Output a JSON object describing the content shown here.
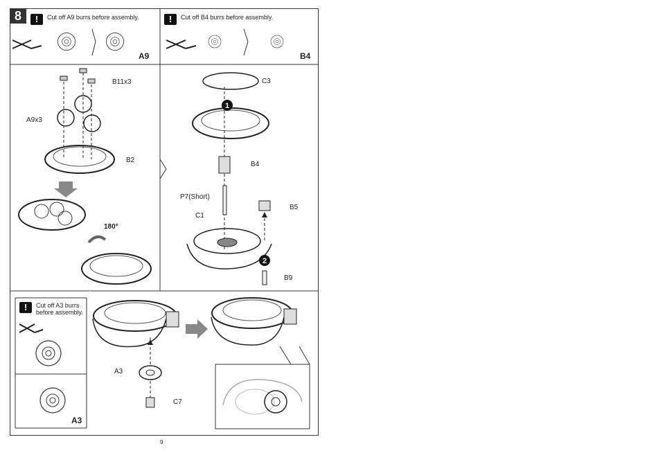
{
  "page": {
    "step_number": "8",
    "page_number": "9"
  },
  "panel_a9": {
    "warning": "Cut off A9 burrs before assembly.",
    "part_code": "A9"
  },
  "panel_b4": {
    "warning": "Cut off B4 burrs before assembly.",
    "part_code": "B4"
  },
  "panel_a3": {
    "warning_line1": "Cut off A3 burrs",
    "warning_line2": "before assembly.",
    "part_code": "A3"
  },
  "left_assembly": {
    "labels": {
      "b11": "B11x3",
      "a9": "A9x3",
      "b2": "B2",
      "rotate": "180°"
    }
  },
  "right_assembly": {
    "labels": {
      "c3": "C3",
      "b4": "B4",
      "p7": "P7(Short)",
      "b5": "B5",
      "c1": "C1",
      "b9": "B9"
    },
    "step_markers": [
      "1",
      "2"
    ]
  },
  "bottom_assembly": {
    "labels": {
      "a3": "A3",
      "c7": "C7"
    }
  }
}
